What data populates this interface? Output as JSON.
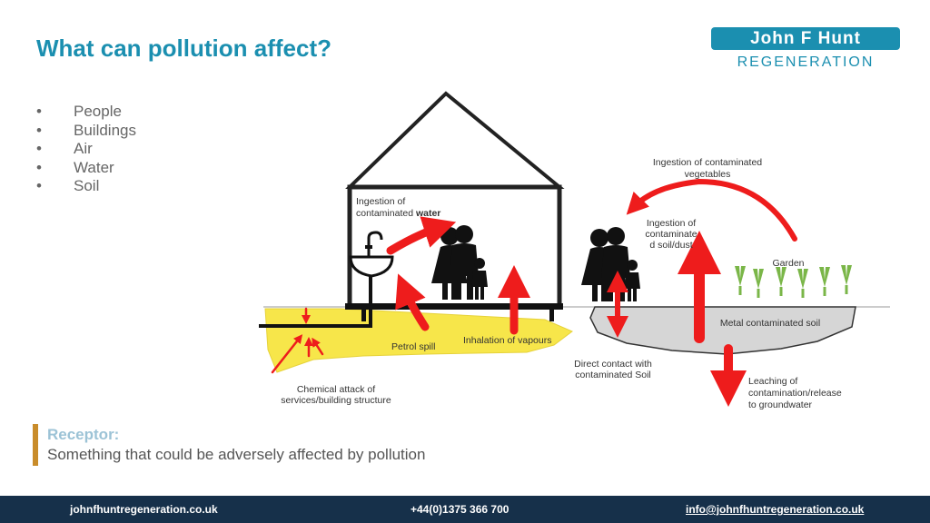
{
  "title": "What can pollution affect?",
  "logo": {
    "top": "John F Hunt",
    "bottom": "REGENERATION"
  },
  "bullets": [
    "People",
    "Buildings",
    "Air",
    "Water",
    "Soil"
  ],
  "diagram": {
    "ingestion_water_1": "Ingestion of",
    "ingestion_water_2": "contaminated",
    "ingestion_water_bold": "water",
    "veg_1": "Ingestion of contaminated",
    "veg_2": "vegetables",
    "soil_1": "Ingestion of",
    "soil_2": "contaminate",
    "soil_3": "d soil/dust",
    "garden": "Garden",
    "metal_soil": "Metal contaminated soil",
    "petrol": "Petrol spill",
    "vapours": "Inhalation of vapours",
    "direct_1": "Direct contact with",
    "direct_2": "contaminated Soil",
    "chemical_1": "Chemical attack of",
    "chemical_2": "services/building structure",
    "leach_1": "Leaching of",
    "leach_2": "contamination/release",
    "leach_3": "to groundwater",
    "colors": {
      "arrow": "#ee1c1c",
      "spill": "#f7e64a",
      "soil": "#d6d6d6",
      "plant": "#7ab648"
    }
  },
  "receptor": {
    "title": "Receptor:",
    "text": "Something that could be adversely affected by pollution"
  },
  "footer": {
    "website": "johnfhuntregeneration.co.uk",
    "phone": "+44(0)1375 366 700",
    "email": "info@johnfhuntregeneration.co.uk"
  }
}
